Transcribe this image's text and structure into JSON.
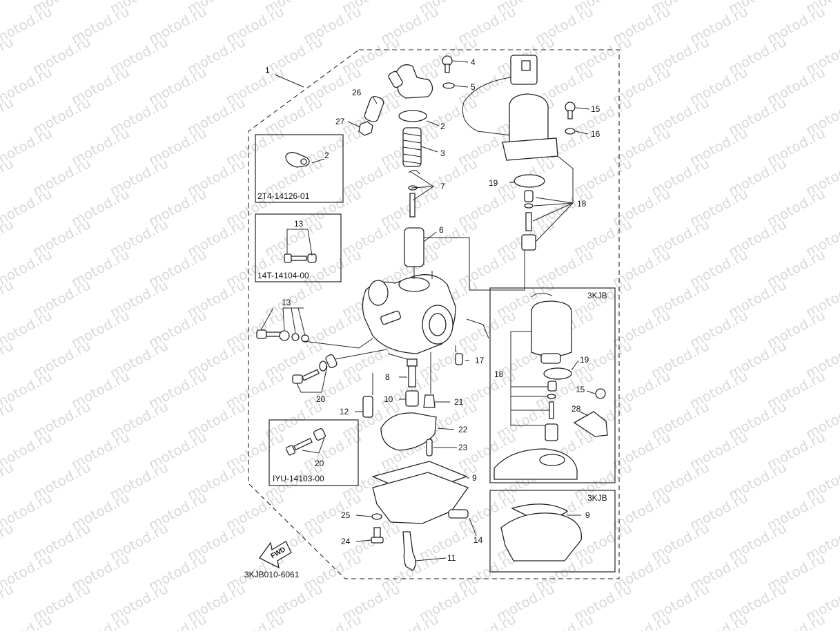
{
  "watermark": {
    "text": "motod.ru"
  },
  "drawing_code": "3KJB010-6061",
  "fwd_label": "FWD",
  "colors": {
    "ink": "#222222",
    "watermark": "#d9d9d9",
    "background": "#ffffff"
  },
  "inset_boxes": [
    {
      "id": "gasket-2",
      "caption": "2T4-14126-01",
      "parts": [
        "2"
      ]
    },
    {
      "id": "pilot-screw-13",
      "caption": "14T-14104-00",
      "parts": [
        "13"
      ]
    },
    {
      "id": "idle-screw-20",
      "caption": "IYU-14103-00",
      "parts": [
        "20"
      ]
    },
    {
      "id": "starter-3kjb",
      "caption": "3KJB",
      "parts": [
        "18",
        "19",
        "15",
        "28"
      ]
    },
    {
      "id": "float-bowl-3kjb",
      "caption": "3KJB",
      "parts": [
        "9"
      ]
    }
  ],
  "part_labels": {
    "p1": "1",
    "p2": "2",
    "p2b": "2",
    "p3": "3",
    "p4": "4",
    "p5": "5",
    "p6": "6",
    "p7": "7",
    "p8": "8",
    "p9": "9",
    "p9b": "9",
    "p10": "10",
    "p11": "11",
    "p12": "12",
    "p13a": "13",
    "p13b": "13",
    "p14": "14",
    "p15": "15",
    "p15b": "15",
    "p16": "16",
    "p17": "17",
    "p18": "18",
    "p18b": "18",
    "p19": "19",
    "p19b": "19",
    "p20": "20",
    "p20b": "20",
    "p21": "21",
    "p22": "22",
    "p23": "23",
    "p24": "24",
    "p25": "25",
    "p26": "26",
    "p27": "27",
    "p28": "28"
  }
}
